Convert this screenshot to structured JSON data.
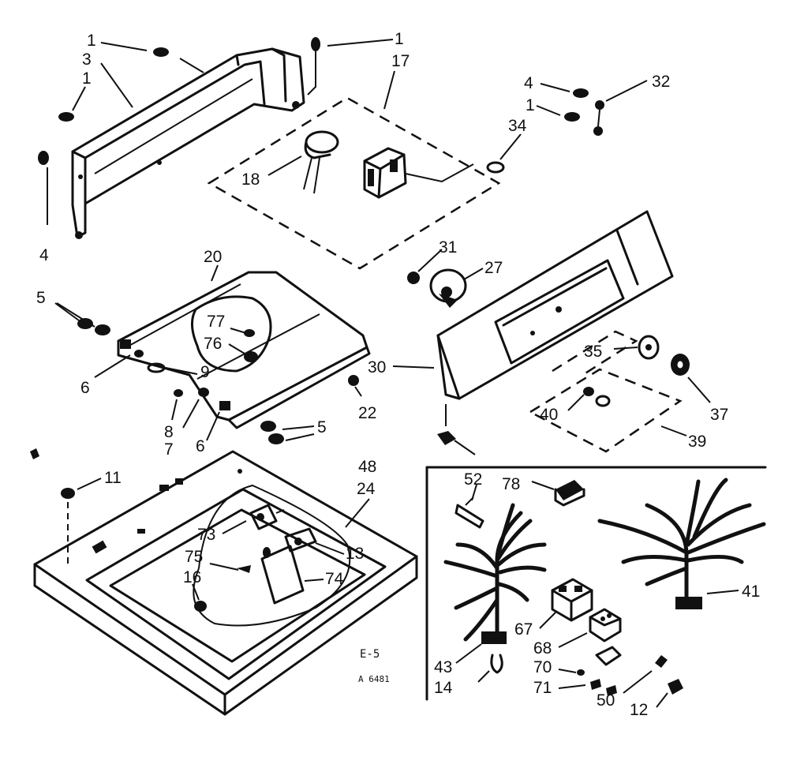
{
  "figure": {
    "code_label": "E-5",
    "drawing_number": "A 6481"
  },
  "callouts": [
    {
      "id": "c1a",
      "text": "1"
    },
    {
      "id": "c3",
      "text": "3"
    },
    {
      "id": "c1b",
      "text": "1"
    },
    {
      "id": "c1c",
      "text": "1"
    },
    {
      "id": "c17",
      "text": "17"
    },
    {
      "id": "c4a",
      "text": "4"
    },
    {
      "id": "c32",
      "text": "32"
    },
    {
      "id": "c1d",
      "text": "1"
    },
    {
      "id": "c34",
      "text": "34"
    },
    {
      "id": "c18",
      "text": "18"
    },
    {
      "id": "c4b",
      "text": "4"
    },
    {
      "id": "c20",
      "text": "20"
    },
    {
      "id": "c31",
      "text": "31"
    },
    {
      "id": "c27",
      "text": "27"
    },
    {
      "id": "c5a",
      "text": "5"
    },
    {
      "id": "c77",
      "text": "77"
    },
    {
      "id": "c76",
      "text": "76"
    },
    {
      "id": "c35",
      "text": "35"
    },
    {
      "id": "c30",
      "text": "30"
    },
    {
      "id": "c6a",
      "text": "6"
    },
    {
      "id": "c9",
      "text": "9"
    },
    {
      "id": "c22",
      "text": "22"
    },
    {
      "id": "c37",
      "text": "37"
    },
    {
      "id": "c40",
      "text": "40"
    },
    {
      "id": "c8",
      "text": "8"
    },
    {
      "id": "c7",
      "text": "7"
    },
    {
      "id": "c6b",
      "text": "6"
    },
    {
      "id": "c5b",
      "text": "5"
    },
    {
      "id": "c39",
      "text": "39"
    },
    {
      "id": "c48",
      "text": "48"
    },
    {
      "id": "c11",
      "text": "11"
    },
    {
      "id": "c24",
      "text": "24"
    },
    {
      "id": "c52",
      "text": "52"
    },
    {
      "id": "c78",
      "text": "78"
    },
    {
      "id": "c73",
      "text": "73"
    },
    {
      "id": "c13",
      "text": "13"
    },
    {
      "id": "c75",
      "text": "75"
    },
    {
      "id": "c16",
      "text": "16"
    },
    {
      "id": "c74",
      "text": "74"
    },
    {
      "id": "c41",
      "text": "41"
    },
    {
      "id": "c67",
      "text": "67"
    },
    {
      "id": "c68",
      "text": "68"
    },
    {
      "id": "c43",
      "text": "43"
    },
    {
      "id": "c70",
      "text": "70"
    },
    {
      "id": "c14",
      "text": "14"
    },
    {
      "id": "c71",
      "text": "71"
    },
    {
      "id": "c50",
      "text": "50"
    },
    {
      "id": "c12",
      "text": "12"
    }
  ]
}
